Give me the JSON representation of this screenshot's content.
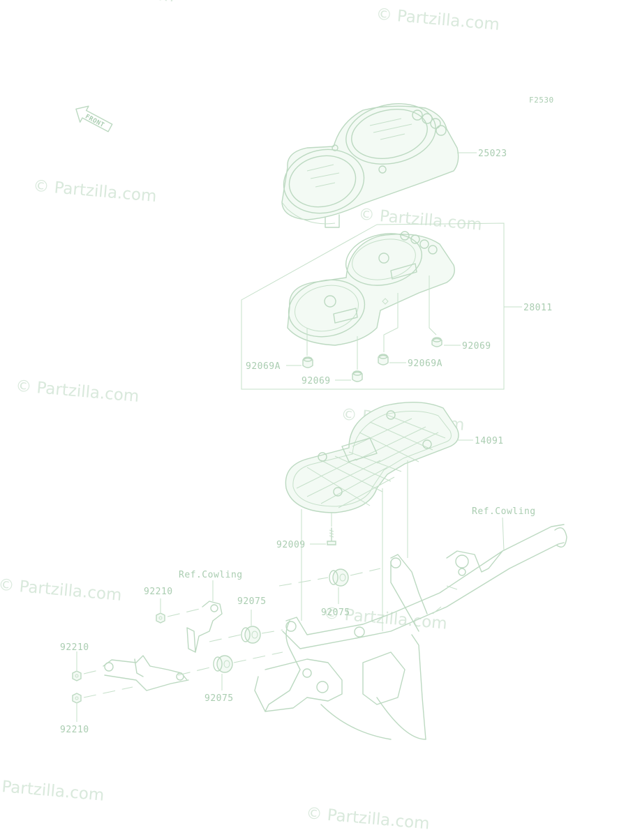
{
  "watermark": "© Partzilla.com",
  "figure_code": "F2530",
  "front_marker": "FRONT",
  "labels": {
    "meter_case": "25023",
    "meter_assembly": "28011",
    "cover": "14091",
    "ref_cowling_right": "Ref.Cowling",
    "ref_cowling_left": "Ref.Cowling",
    "grommet_right": "92069",
    "grommet_center": "92069",
    "grommet_left_a": "92069A",
    "grommet_right_a": "92069A",
    "screw": "92009",
    "damper_upper": "92075",
    "damper_middle": "92075",
    "damper_lower": "92075",
    "nut_top": "92210",
    "nut_middle": "92210",
    "nut_bottom": "92210"
  },
  "colors": {
    "line": "#bcd9c1",
    "label": "#aacdb1",
    "watermark": "#d9e9dc"
  }
}
